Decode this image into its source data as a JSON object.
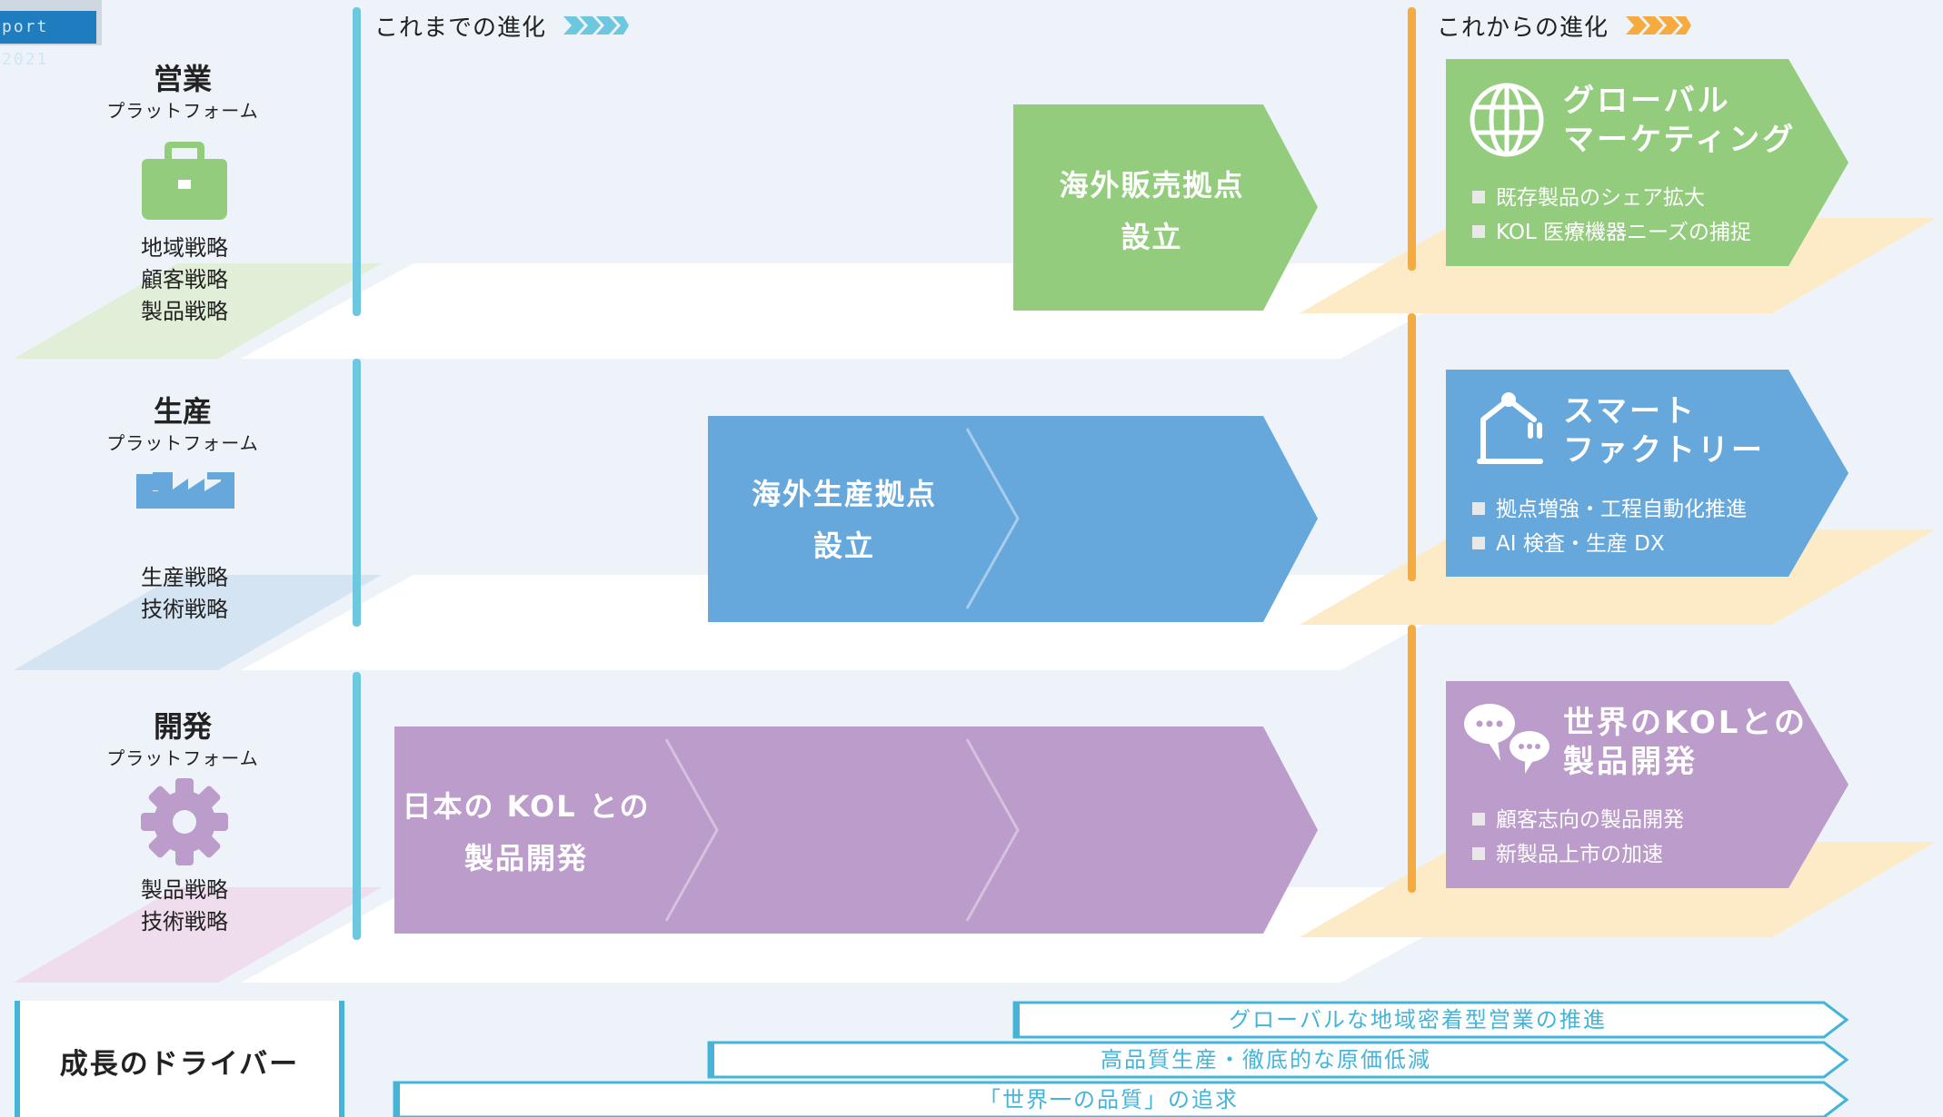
{
  "header": {
    "corner_tag": "port 2021",
    "past_label": "これまでの進化",
    "future_label": "これからの進化"
  },
  "colors": {
    "past_line": "#6cc7df",
    "future_line": "#f6ab3e",
    "sales": "#94cc7e",
    "production": "#66a8dc",
    "development": "#bb9ccb",
    "driver_text": "#45b4d9"
  },
  "platforms": [
    {
      "title": "営業",
      "subtitle": "プラットフォーム",
      "icon": "briefcase-icon",
      "strategies": [
        "地域戦略",
        "顧客戦略",
        "製品戦略"
      ],
      "stage_text": [
        "海外販売拠点",
        "設立"
      ],
      "future_icon": "globe-icon",
      "future_title": [
        "グローバル",
        "マーケティング"
      ],
      "future_items": [
        "既存製品のシェア拡大",
        "KOL 医療機器ニーズの捕捉"
      ]
    },
    {
      "title": "生産",
      "subtitle": "プラットフォーム",
      "icon": "factory-icon",
      "strategies": [
        "生産戦略",
        "技術戦略"
      ],
      "stage_text": [
        "海外生産拠点",
        "設立"
      ],
      "future_icon": "robot-arm-icon",
      "future_title": [
        "スマート",
        "ファクトリー"
      ],
      "future_items": [
        "拠点増強・工程自動化推進",
        "AI 検査・生産 DX"
      ]
    },
    {
      "title": "開発",
      "subtitle": "プラットフォーム",
      "icon": "gear-icon",
      "strategies": [
        "製品戦略",
        "技術戦略"
      ],
      "stage_text": [
        "日本の KOL との",
        "製品開発"
      ],
      "future_icon": "chat-bubbles-icon",
      "future_title": [
        "世界のKOLとの",
        "製品開発"
      ],
      "future_items": [
        "顧客志向の製品開発",
        "新製品上市の加速"
      ]
    }
  ],
  "drivers": {
    "label": "成長のドライバー",
    "items": [
      "グローバルな地域密着型営業の推進",
      "高品質生産・徹底的な原価低減",
      "「世界一の品質」の追求"
    ]
  }
}
